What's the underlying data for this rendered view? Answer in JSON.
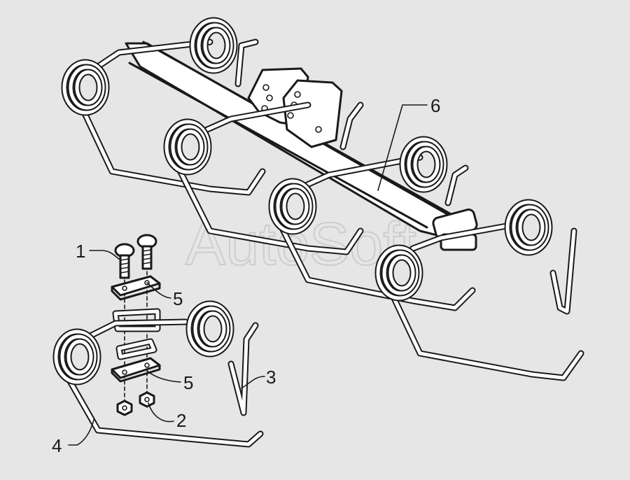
{
  "watermark": "AutoSoft",
  "callouts": [
    {
      "id": "1",
      "label": "1"
    },
    {
      "id": "2",
      "label": "2"
    },
    {
      "id": "3",
      "label": "3"
    },
    {
      "id": "4",
      "label": "4"
    },
    {
      "id": "5a",
      "label": "5"
    },
    {
      "id": "5b",
      "label": "5"
    },
    {
      "id": "6",
      "label": "6"
    }
  ],
  "colors": {
    "background": "#e6e6e6",
    "line": "#1a1a1a",
    "part_fill": "#ffffff"
  }
}
